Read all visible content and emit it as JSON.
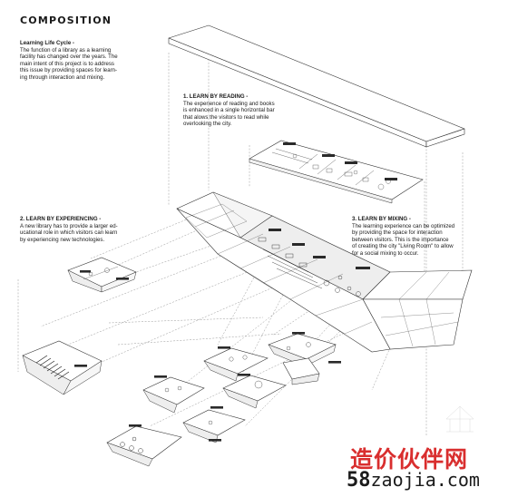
{
  "title": "COMPOSITION",
  "intro": {
    "heading": "Learning Life Cycle -",
    "body": "The function of a library as a learning\nfacility has changed over the years. The\nmain intent of this project is to address\nthis issue by providing spaces for learn-\ning through interaction and mixing."
  },
  "sections": {
    "reading": {
      "heading": "1. LEARN BY READING -",
      "body": "The experience of reading and books\nis enhanced in a single horizontal bar\nthat alows the visitors to read while\noverlooking the city."
    },
    "experiencing": {
      "heading": "2. LEARN BY EXPERIENCING -",
      "body": "A new library has to provide a larger ed-\nucational role in which visitors can learn\nby experiencing new technologies."
    },
    "mixing": {
      "heading": "3. LEARN BY MIXING -",
      "body": "The learning experience can be optimized\nby providing the space for interaction\nbetween visitors. This is the importance\nof creating the city \"Living Room\" to allow\nfor a social mixing to occur."
    }
  },
  "watermark": {
    "chinese": "造价伙伴网",
    "url_number": "58",
    "url_rest": "zaojia.com"
  },
  "colors": {
    "line": "#333333",
    "dashed": "#8a8a8a",
    "tag": "#2a2a2a",
    "watermark_red": "#d92e2e"
  }
}
